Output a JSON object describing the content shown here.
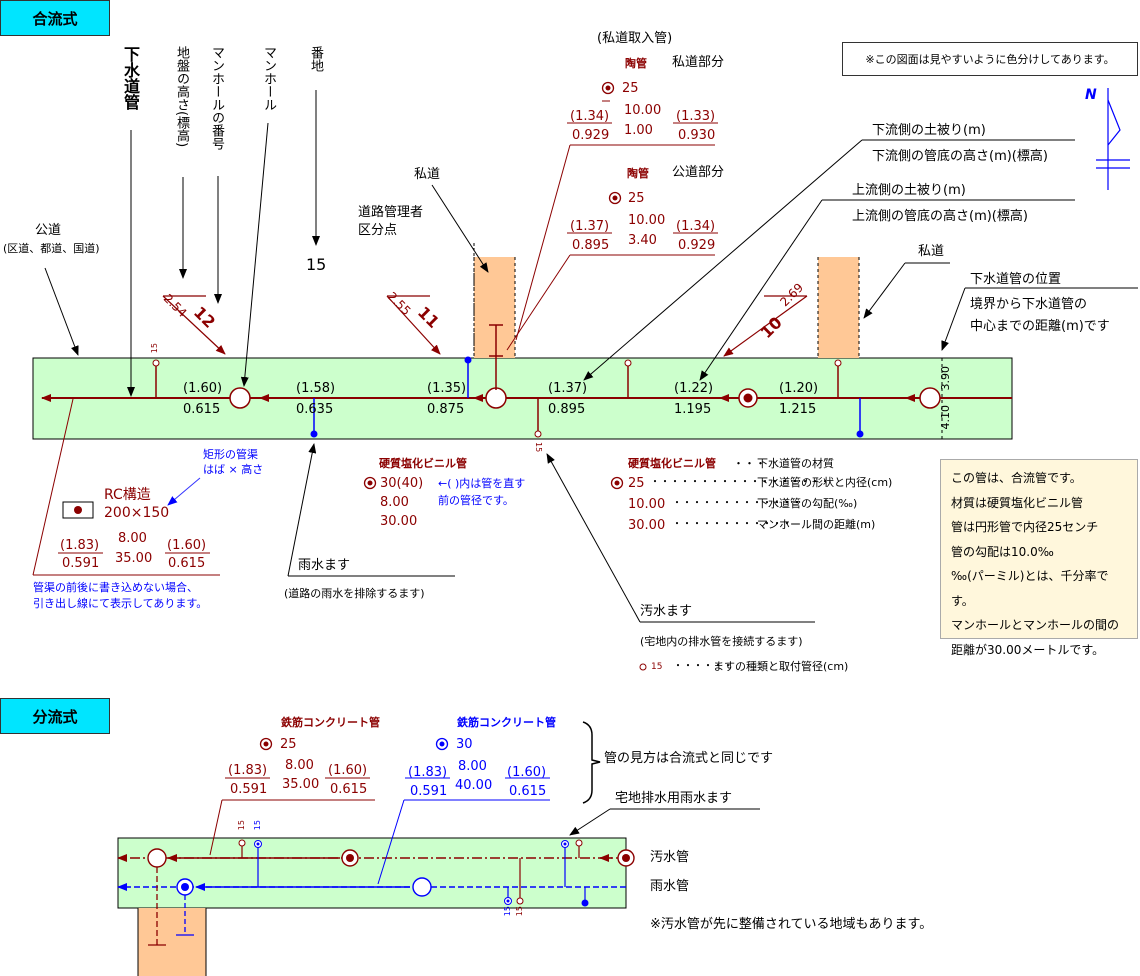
{
  "headers": {
    "combined": "合流式",
    "separate": "分流式"
  },
  "note_box": "※この図面は見やすいように色分けしてあります。",
  "north_label": "N",
  "vlabels": {
    "sewer_pipe": "下水道管",
    "ground_height": "地盤の高さ(標高)",
    "manhole_number": "マンホールの番号",
    "manhole": "マンホール",
    "lot_number": "番地"
  },
  "lot_value": "15",
  "public_road": {
    "line1": "公道",
    "line2": "(区道、都道、国道)"
  },
  "private_road_left": "私道",
  "private_road_right": "私道",
  "road_boundary": {
    "line1": "道路管理者",
    "line2": "区分点"
  },
  "downstream_cover": "下流側の土被り(m)",
  "downstream_bottom": "下流側の管底の高さ(m)(標高)",
  "upstream_cover": "上流側の土被り(m)",
  "upstream_bottom": "上流側の管底の高さ(m)(標高)",
  "sewer_position": {
    "title": "下水道管の位置",
    "line1": "境界から下水道管の",
    "line2": "中心までの距離(m)です"
  },
  "private_intake": {
    "title": "(私道取入管)",
    "private_part": {
      "material": "陶管",
      "label": "私道部分",
      "size": "25",
      "left_top": "(1.34)",
      "left_bottom": "0.929",
      "mid_top": "10.00",
      "mid_bottom": "1.00",
      "right_top": "(1.33)",
      "right_bottom": "0.930"
    },
    "public_part": {
      "material": "陶管",
      "label": "公道部分",
      "size": "25",
      "left_top": "(1.37)",
      "left_bottom": "0.895",
      "mid_top": "10.00",
      "mid_bottom": "3.40",
      "right_top": "(1.34)",
      "right_bottom": "0.929"
    }
  },
  "manholes_main": [
    {
      "height": "2.54",
      "number": "12"
    },
    {
      "height": "2.55",
      "number": "11"
    },
    {
      "height": "2.69",
      "number": "10"
    }
  ],
  "main_values": [
    {
      "cover": "(1.60)",
      "bottom": "0.615"
    },
    {
      "cover": "(1.58)",
      "bottom": "0.635"
    },
    {
      "cover": "(1.35)",
      "bottom": "0.875"
    },
    {
      "cover": "(1.37)",
      "bottom": "0.895"
    },
    {
      "cover": "(1.22)",
      "bottom": "1.195"
    },
    {
      "cover": "(1.20)",
      "bottom": "1.215"
    }
  ],
  "offsets": {
    "top": "3.90",
    "bottom": "4.10"
  },
  "inlet_size_main": "15",
  "culvert": {
    "note1": "矩形の管渠",
    "note2": "はば × 高さ",
    "title": "RC構造",
    "size": "200×150",
    "left_top": "(1.83)",
    "left_bottom": "0.591",
    "mid_top": "8.00",
    "mid_bottom": "35.00",
    "right_top": "(1.60)",
    "right_bottom": "0.615",
    "footnote1": "管渠の前後に書き込めない場合、",
    "footnote2": "引き出し線にて表示してあります。"
  },
  "rain_inlet": {
    "title": "雨水ます",
    "desc": "(道路の雨水を排除するます)"
  },
  "pvc_pipe": {
    "title": "硬質塩化ビニル管",
    "size": "30(40)",
    "slope": "8.00",
    "length": "30.00",
    "note1": "←( )内は管を直す",
    "note2": "前の管径です。"
  },
  "sewage_inlet": {
    "title": "汚水ます",
    "desc": "(宅地内の排水管を接続するます)"
  },
  "legend": {
    "material": "硬質塩化ビニル管",
    "material_desc": "下水道管の材質",
    "size": "25",
    "size_desc": "下水道管の形状と内径(cm)",
    "slope": "10.00",
    "slope_desc": "下水道管の勾配(‰)",
    "length": "30.00",
    "length_desc": "マンホール間の距離(m)",
    "inlet_size": "15",
    "inlet_desc": "ますの種類と取付管径(cm)"
  },
  "explanation": [
    "この管は、合流管です。",
    "材質は硬質塩化ビニル管",
    "管は円形管で内径25センチ",
    "管の勾配は10.0‰",
    "‰(パーミル)とは、千分率です。",
    "マンホールとマンホールの間の",
    "距離が30.00メートルです。"
  ],
  "separate": {
    "sewage_block": {
      "material": "鉄筋コンクリート管",
      "size": "25",
      "left_top": "(1.83)",
      "left_bottom": "0.591",
      "mid_top": "8.00",
      "mid_bottom": "35.00",
      "right_top": "(1.60)",
      "right_bottom": "0.615"
    },
    "storm_block": {
      "material": "鉄筋コンクリート管",
      "size": "30",
      "left_top": "(1.83)",
      "left_bottom": "0.591",
      "mid_top": "8.00",
      "mid_bottom": "40.00",
      "right_top": "(1.60)",
      "right_bottom": "0.615"
    },
    "same_note": "管の見方は合流式と同じです",
    "house_rain_inlet": "宅地排水用雨水ます",
    "sewage_pipe": "汚水管",
    "storm_pipe": "雨水管",
    "inlet_size": "15",
    "footnote": "※汚水管が先に整備されている地域もあります。"
  },
  "colors": {
    "road": "#ccffcc",
    "private_road": "#ffc896",
    "sewer": "#8b0000",
    "storm": "#0000ff",
    "header": "#00e5ff"
  }
}
